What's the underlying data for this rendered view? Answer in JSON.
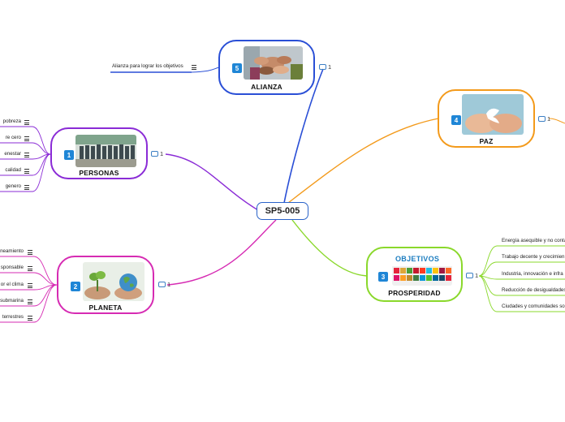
{
  "central": {
    "label": "SP5-005"
  },
  "topics": {
    "alianza": {
      "number": "5",
      "title": "ALIANZA",
      "count": "1"
    },
    "paz": {
      "number": "4",
      "title": "PAZ",
      "count": "1"
    },
    "personas": {
      "number": "1",
      "title": "PERSONAS",
      "count": "1"
    },
    "planeta": {
      "number": "2",
      "title": "PLANETA",
      "count": "1"
    },
    "prosperidad": {
      "number": "3",
      "title": "PROSPERIDAD",
      "count": "1"
    }
  },
  "subtopics": {
    "alianza": [
      "Alianza para lograr los objetivos"
    ],
    "personas": [
      "pobreza",
      "re cero",
      "enestar",
      "calidad",
      "genero"
    ],
    "planeta": [
      "neamiento",
      "sponsable",
      "or el clima",
      "submarina",
      "terrestres"
    ],
    "prosperidad": [
      "Energía asequible y no conta",
      "Trabajo decente y crecimien",
      "Industria, innovación e infra",
      "Reducción de desigualdades",
      "Ciudades y comunidades so"
    ]
  },
  "images": {
    "prosperidad_banner": "OBJETIVOS"
  },
  "colors": {
    "alianza": "#2a4fd6",
    "paz": "#f39a1b",
    "personas": "#8a2bd6",
    "planeta": "#d62bb3",
    "prosperidad": "#8ad82b",
    "central": "#2a63c9",
    "number_badge": "#1f86d6"
  },
  "icons": [
    "comment-icon",
    "menu-icon"
  ]
}
